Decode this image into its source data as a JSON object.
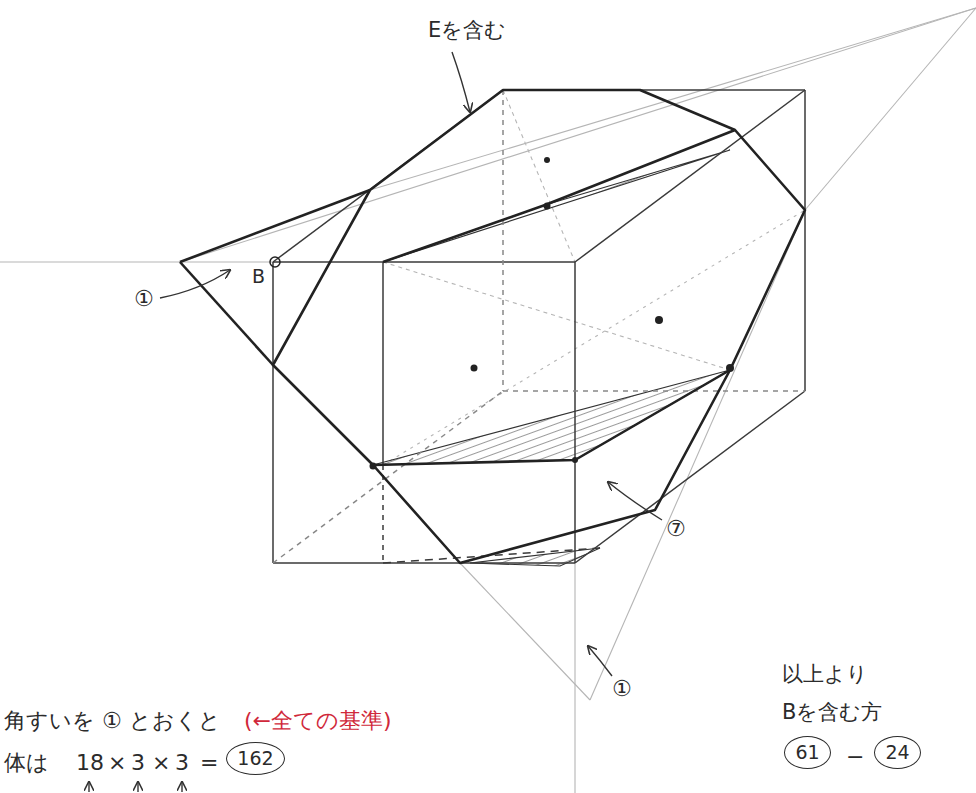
{
  "diagram": {
    "nodes": [
      {
        "text": [
          "162"
        ]
      },
      {
        "text": [
          "61"
        ]
      },
      {
        "text": [
          "24"
        ]
      }
    ],
    "labels": [
      "Eを含む",
      "B",
      "①",
      "⑦",
      "①",
      "以上より",
      "角すいを ① とおくと",
      "(←全ての基準)",
      "Bを含む方",
      "体は",
      "18",
      "×",
      "3",
      "×",
      "3",
      "=",
      "−"
    ]
  }
}
